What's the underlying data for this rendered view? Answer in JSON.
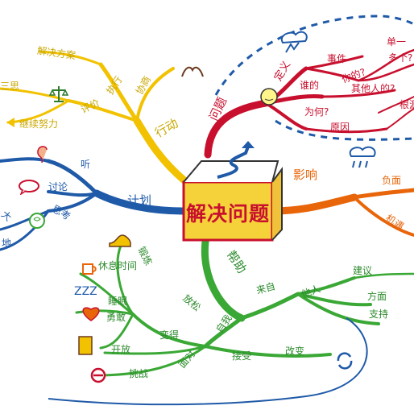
{
  "center": {
    "label": "解决问题"
  },
  "branches": {
    "problem": {
      "label": "问题",
      "color": "#c8102e",
      "items": {
        "define": "定义",
        "who": "谁的",
        "why": "为何?",
        "event": "事件",
        "yours": "你的?",
        "others": "其他人的?",
        "single": "单一",
        "multiple": "多个?",
        "root": "根源",
        "cause": "原因"
      }
    },
    "action": {
      "label": "行动",
      "color": "#e8c100",
      "items": {
        "execute": "执行",
        "coordinate": "协商",
        "solution": "解决方案",
        "evaluate": "评价",
        "reflect": "三思",
        "continue": "继续努力"
      }
    },
    "plan": {
      "label": "计划",
      "color": "#1f5aa8",
      "items": {
        "listen": "听",
        "discuss": "讨论",
        "think": "思考",
        "big": "大",
        "ground": "地"
      }
    },
    "impact": {
      "label": "影响",
      "color": "#e8650a",
      "items": {
        "negative": "负面",
        "opportunity": "机遇"
      }
    },
    "help": {
      "label": "帮助",
      "color": "#3aa835",
      "items": {
        "exercise": "锻炼",
        "rest": "休息时间",
        "sleep": "睡眠",
        "brave": "勇敢",
        "relax": "放松",
        "from": "来自",
        "others": "他人",
        "self": "自我",
        "suggest": "建议",
        "method": "方面",
        "support": "支持",
        "change": "变得",
        "open": "开放",
        "face": "面对",
        "accept": "接受",
        "reform": "改变",
        "challenge": "挑战"
      }
    }
  }
}
